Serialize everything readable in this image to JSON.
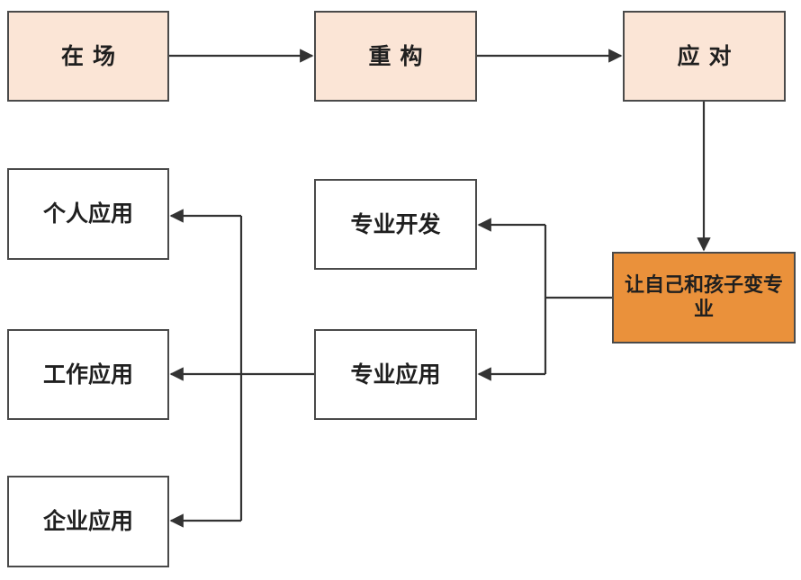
{
  "diagram": {
    "nodes": {
      "zaichang": "在场",
      "chonggou": "重构",
      "yingdui": "应对",
      "center": "让自己和孩子变专业",
      "zhuanye_kaifa": "专业开发",
      "zhuanye_yingyong": "专业应用",
      "geren_yingyong": "个人应用",
      "gongzuo_yingyong": "工作应用",
      "qiye_yingyong": "企业应用"
    },
    "colors": {
      "top_fill": "#fbe5d6",
      "center_fill": "#ea913b",
      "box_fill": "#ffffff",
      "stroke": "#4a4a4a"
    }
  }
}
